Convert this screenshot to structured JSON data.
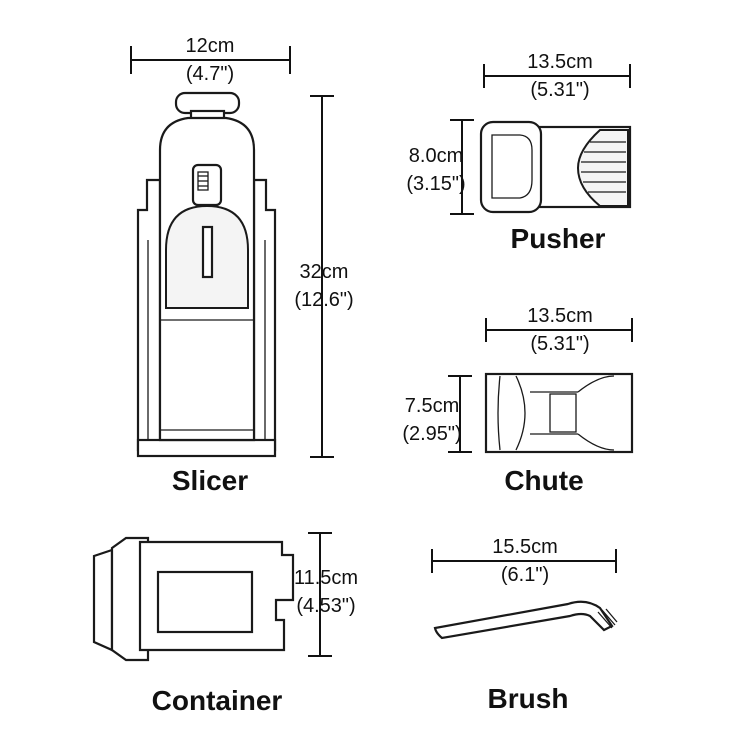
{
  "slicer": {
    "title": "Slicer",
    "width_cm": "12cm",
    "width_in": "(4.7\")",
    "height_cm": "32cm",
    "height_in": "(12.6\")"
  },
  "pusher": {
    "title": "Pusher",
    "width_cm": "13.5cm",
    "width_in": "(5.31\")",
    "height_cm": "8.0cm",
    "height_in": "(3.15\")"
  },
  "chute": {
    "title": "Chute",
    "width_cm": "13.5cm",
    "width_in": "(5.31\")",
    "height_cm": "7.5cm",
    "height_in": "(2.95\")"
  },
  "container": {
    "title": "Container",
    "height_cm": "11.5cm",
    "height_in": "(4.53\")"
  },
  "brush": {
    "title": "Brush",
    "width_cm": "15.5cm",
    "width_in": "(6.1\")"
  }
}
